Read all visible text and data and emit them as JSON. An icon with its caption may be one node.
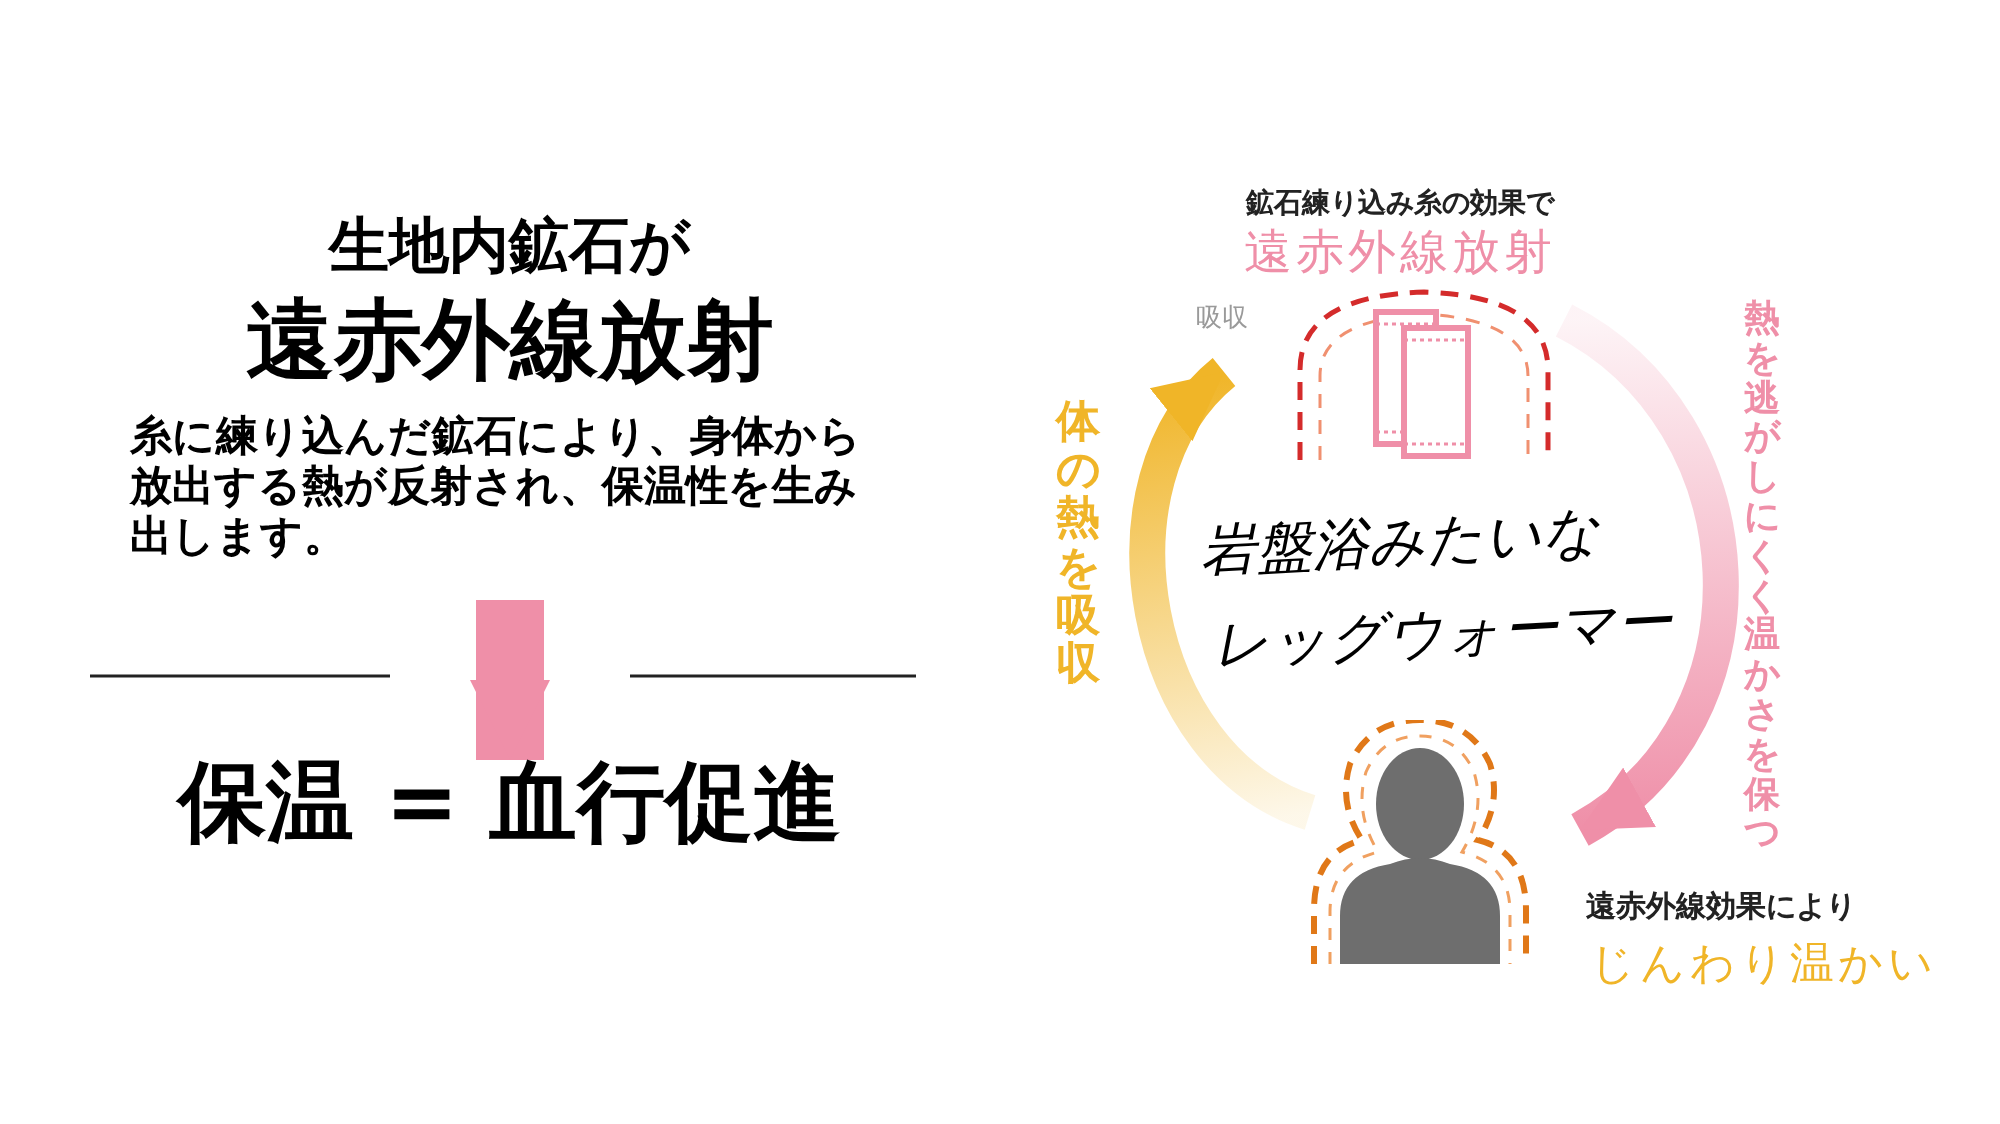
{
  "diagram": {
    "nodes": [
      {
        "text": [
          "生地内鉱石が",
          "遠赤外線放射",
          "糸に練り込んだ鉱石により、身体から放出する熱が反射され、保温性を生み出します。"
        ]
      },
      {
        "text": [
          "保温 = 血行促進"
        ]
      },
      {
        "text": [],
        "shape": "picture",
        "beside": [
          "鉱石練り込み糸の効果で",
          "遠赤外線放射"
        ]
      },
      {
        "text": [],
        "shape": "person",
        "beside": [
          "遠赤外線効果により",
          "じんわり温かい"
        ]
      }
    ],
    "edges": [
      {
        "from": 0,
        "to": 1,
        "arrow": "to",
        "style": "thick"
      },
      {
        "from": 3,
        "to": 2,
        "arrow": "to",
        "label": "体の熱を吸収",
        "color": "#f0b528"
      },
      {
        "from": 2,
        "to": 3,
        "arrow": "to",
        "label": "熱を逃がしにくく温かさを保つ"
      }
    ],
    "labels": [
      "吸収",
      "岩盤浴みたいな",
      "レッグウォーマー"
    ]
  }
}
